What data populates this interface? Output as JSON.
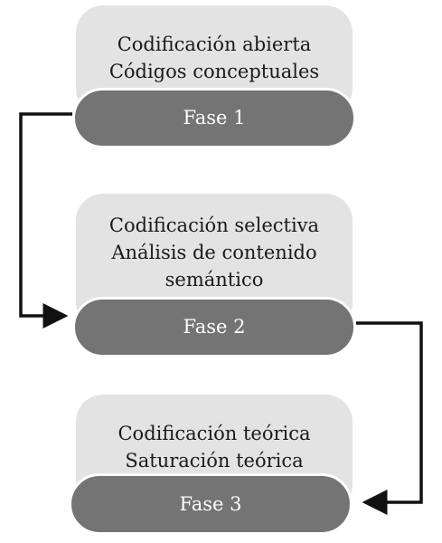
{
  "stages": [
    {
      "lines": [
        "Codificación abierta",
        "Códigos conceptuales"
      ],
      "phase_label": "Fase 1"
    },
    {
      "lines": [
        "Codificación selectiva",
        "Análisis de contenido",
        "semántico"
      ],
      "phase_label": "Fase 2"
    },
    {
      "lines": [
        "Codificación teórica",
        "Saturación teórica"
      ],
      "phase_label": "Fase 3"
    }
  ],
  "colors": {
    "card_fill": "#e3e3e3",
    "phase_fill": "#747474",
    "phase_text": "#ffffff",
    "arrow": "#111111"
  }
}
